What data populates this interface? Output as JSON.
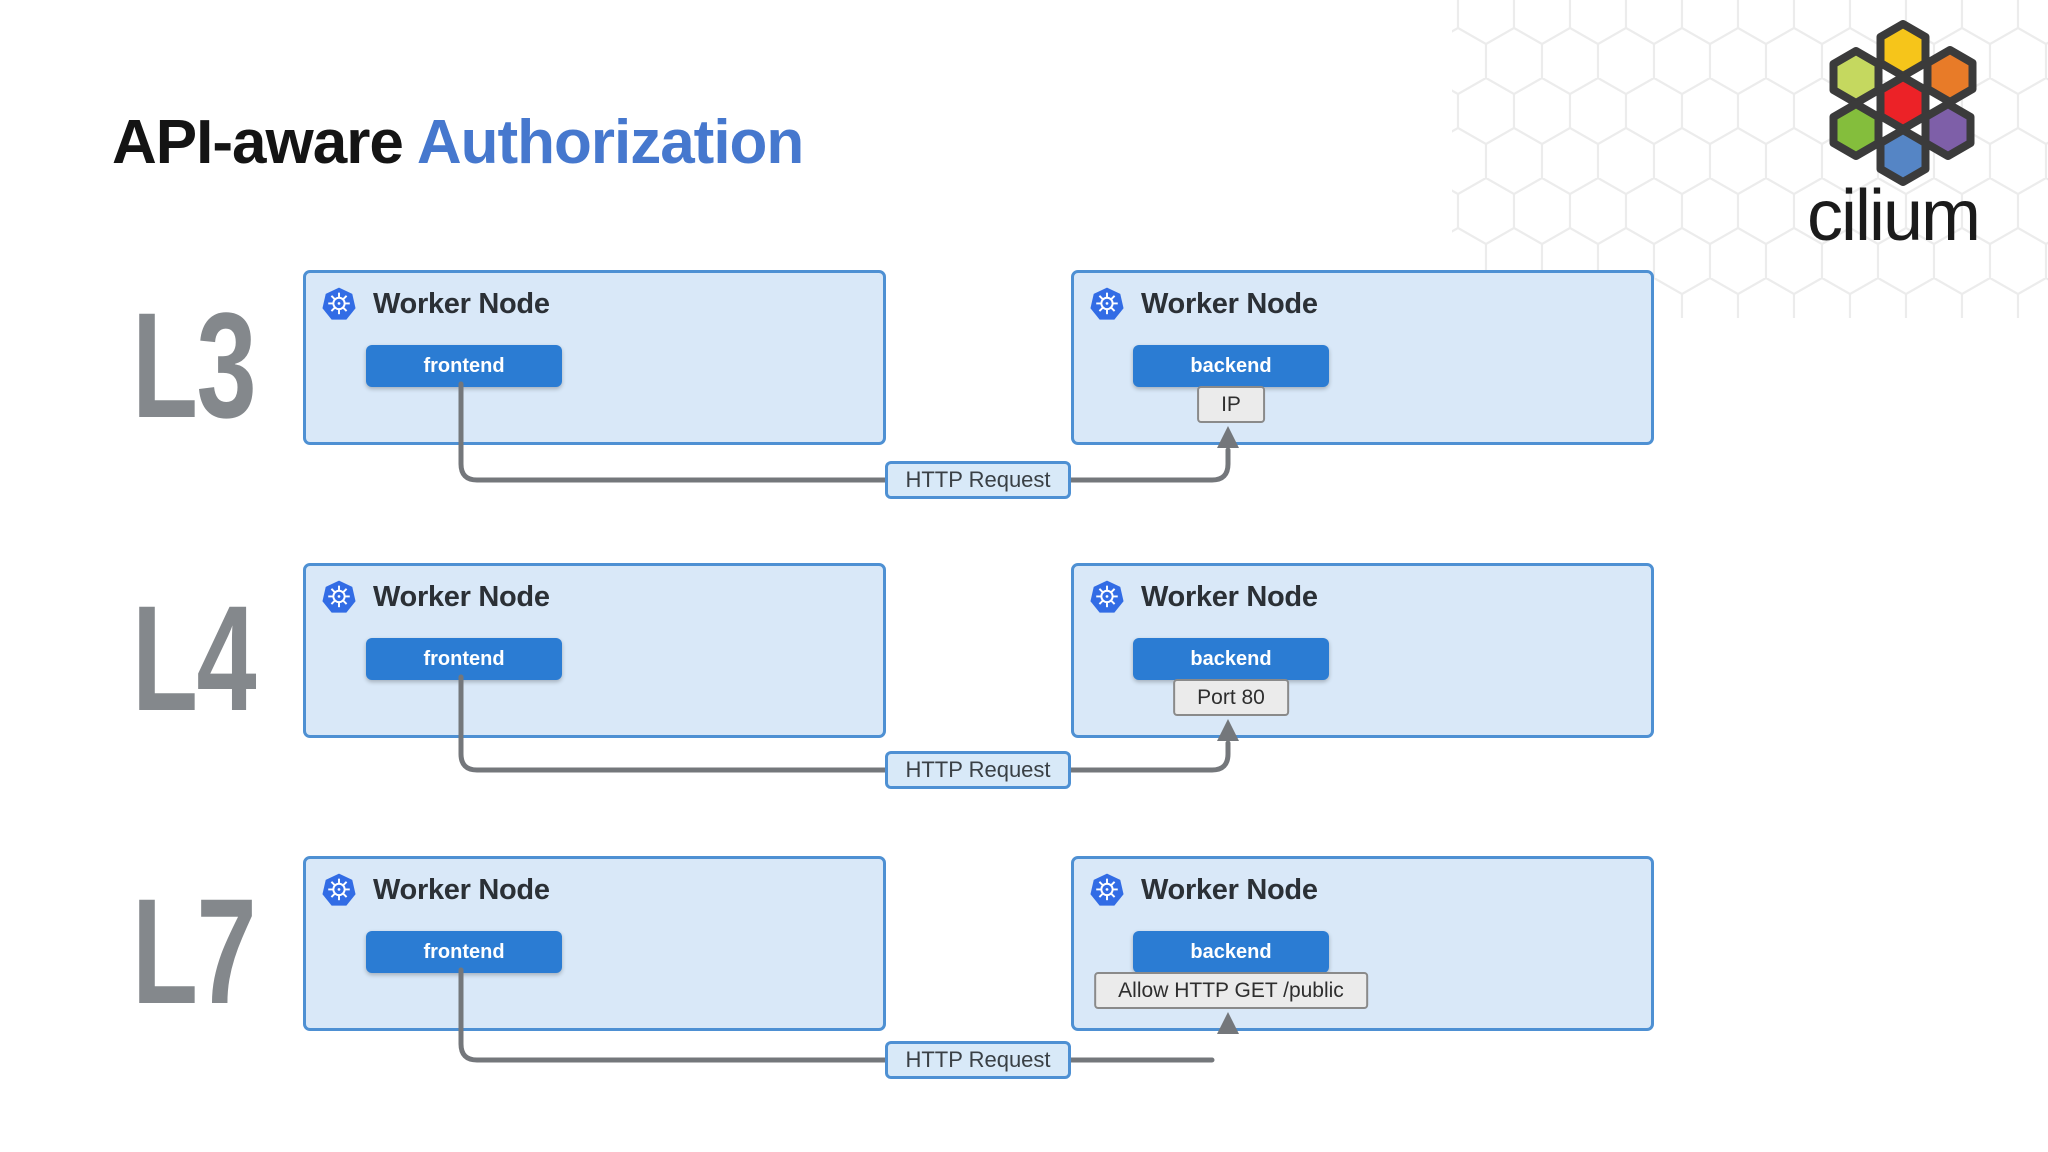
{
  "slide": {
    "title": {
      "part1": "API-aware",
      "part2": "Authorization"
    }
  },
  "brand": {
    "wordmark": "cilium",
    "hex_colors": {
      "top": "#F6C51A",
      "upper_left": "#C5D85F",
      "upper_right": "#E87B28",
      "center": "#EC2227",
      "lower_left": "#84BE3C",
      "lower_right": "#7E5FA8",
      "bottom": "#5585C5",
      "outline": "#3B3B3B"
    }
  },
  "rows": [
    {
      "layer": "L3",
      "left_node": {
        "icon": "kubernetes-icon",
        "title": "Worker Node",
        "pod": "frontend"
      },
      "right_node": {
        "icon": "kubernetes-icon",
        "title": "Worker Node",
        "pod": "backend",
        "policy": "IP"
      },
      "connector": {
        "label": "HTTP Request"
      }
    },
    {
      "layer": "L4",
      "left_node": {
        "icon": "kubernetes-icon",
        "title": "Worker Node",
        "pod": "frontend"
      },
      "right_node": {
        "icon": "kubernetes-icon",
        "title": "Worker Node",
        "pod": "backend",
        "policy": "Port 80"
      },
      "connector": {
        "label": "HTTP Request"
      }
    },
    {
      "layer": "L7",
      "left_node": {
        "icon": "kubernetes-icon",
        "title": "Worker Node",
        "pod": "frontend"
      },
      "right_node": {
        "icon": "kubernetes-icon",
        "title": "Worker Node",
        "pod": "backend",
        "policy": "Allow HTTP GET /public"
      },
      "connector": {
        "label": "HTTP Request"
      }
    }
  ],
  "colors": {
    "title_accent": "#4678CE",
    "pod_blue": "#2B7CD3",
    "node_fill": "#D9E8F8",
    "node_border": "#4E90D3",
    "policy_fill": "#EBEBEB",
    "policy_border": "#8A8A8A",
    "connector_gray": "#74777B",
    "layer_label_gray": "#84888C",
    "kubernetes_blue": "#326CE5",
    "pattern_gray": "#ECECEC"
  }
}
